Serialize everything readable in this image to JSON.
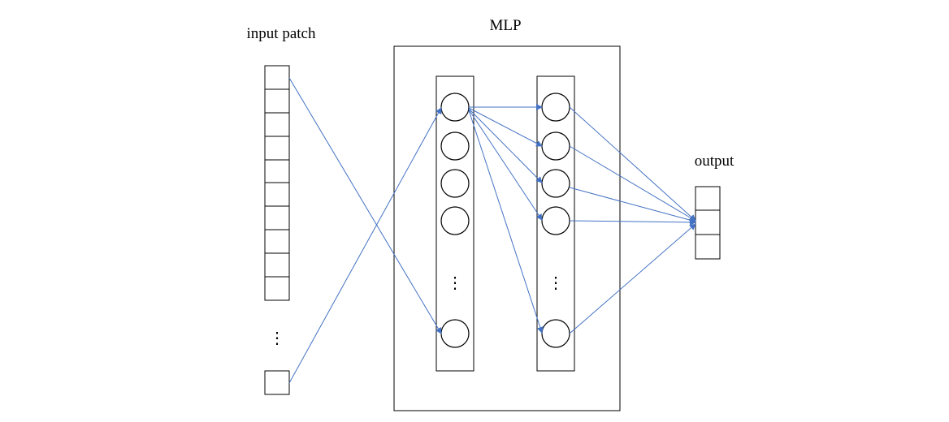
{
  "labels": {
    "input": "input patch",
    "mlp": "MLP",
    "output": "output",
    "ellipsis": "⋮"
  },
  "colors": {
    "edge": "#4472c4",
    "stroke": "#000000",
    "background": "#ffffff"
  }
}
